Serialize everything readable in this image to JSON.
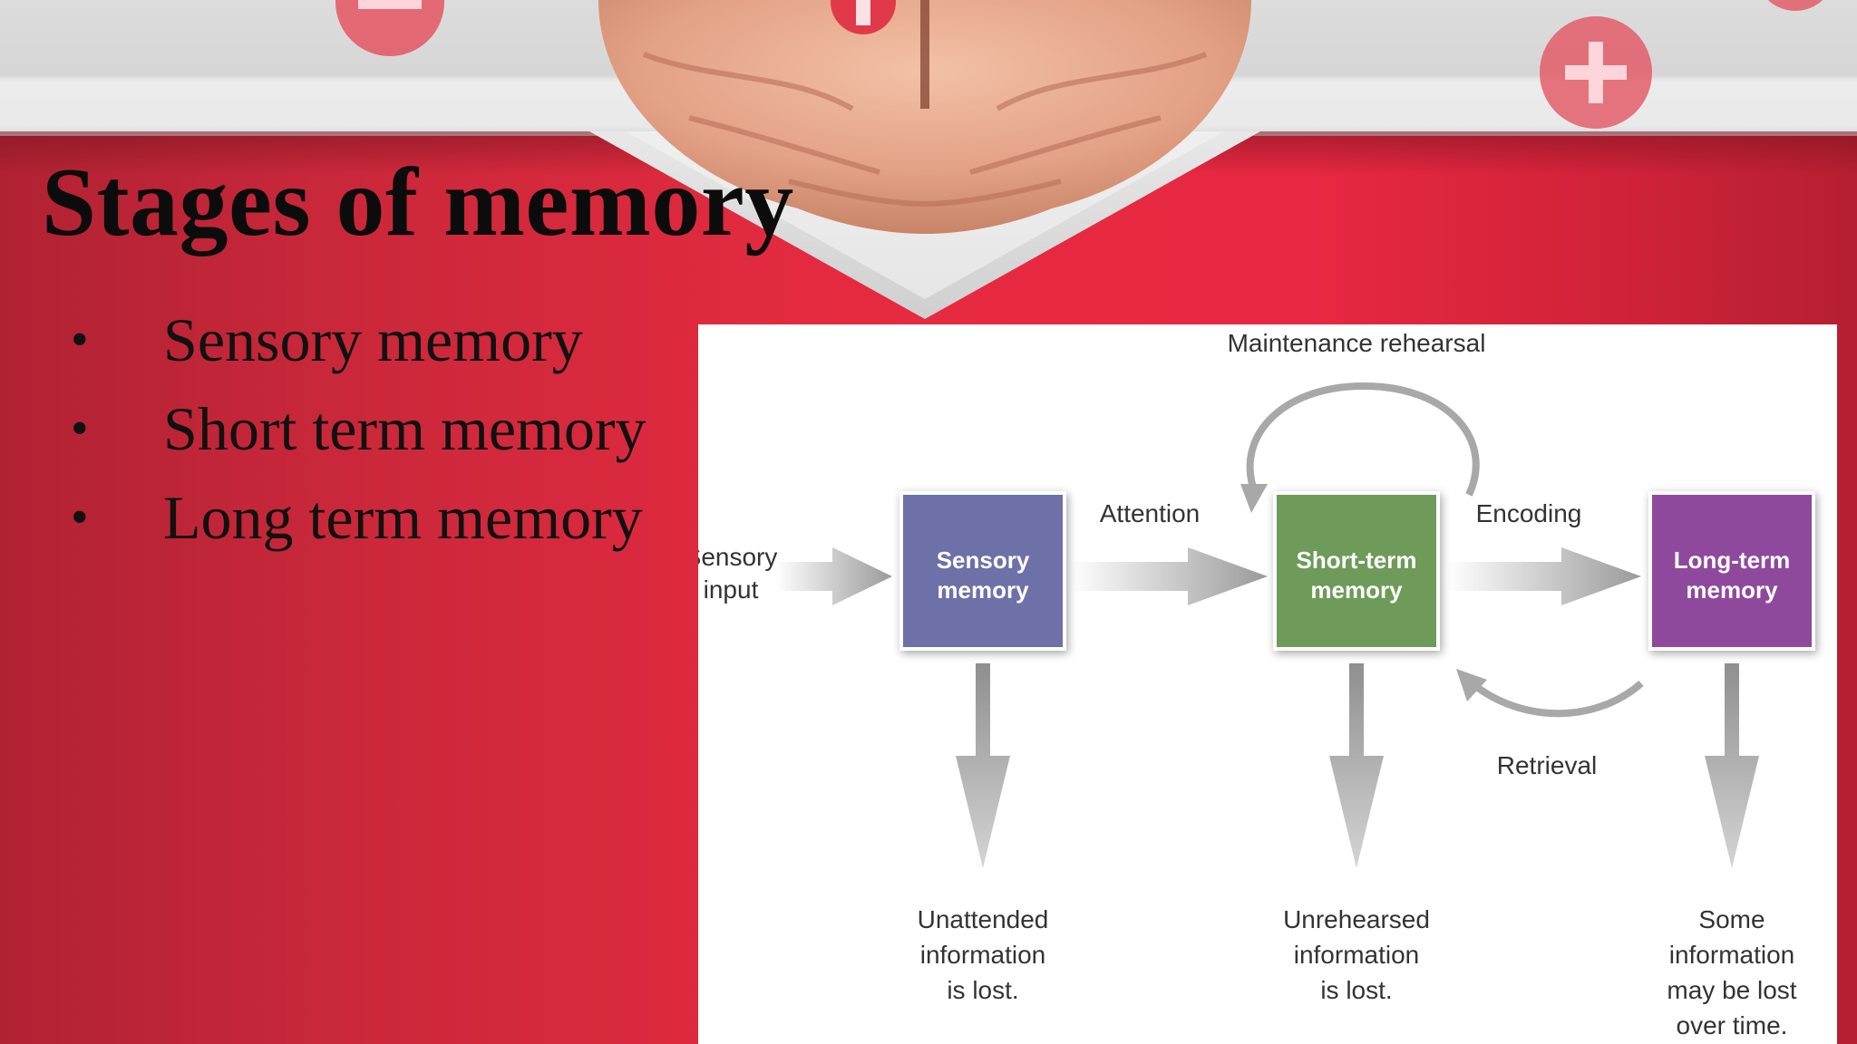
{
  "slide": {
    "title": "Stages of memory",
    "bullet_symbol": "•",
    "bullets": [
      "Sensory memory",
      "Short term memory",
      "Long term memory"
    ]
  },
  "diagram": {
    "boxes": {
      "sensory": {
        "line1": "Sensory",
        "line2": "memory",
        "color": "#6e6fa8"
      },
      "short_term": {
        "line1": "Short-term",
        "line2": "memory",
        "color": "#6e9a5a"
      },
      "long_term": {
        "line1": "Long-term",
        "line2": "memory",
        "color": "#8e4a9c"
      }
    },
    "labels": {
      "sensory_input_1": "Sensory",
      "sensory_input_2": "input",
      "attention": "Attention",
      "encoding": "Encoding",
      "maintenance_rehearsal": "Maintenance rehearsal",
      "retrieval": "Retrieval"
    },
    "outcomes": {
      "sensory": [
        "Unattended",
        "information",
        "is lost."
      ],
      "short_term": [
        "Unrehearsed",
        "information",
        "is lost."
      ],
      "long_term": [
        "Some",
        "information",
        "may be lost",
        "over time."
      ]
    }
  },
  "colors": {
    "slide_red": "#e52a40",
    "title_text": "#0c0c0c",
    "arrow_gray": "#9a9a9a"
  }
}
